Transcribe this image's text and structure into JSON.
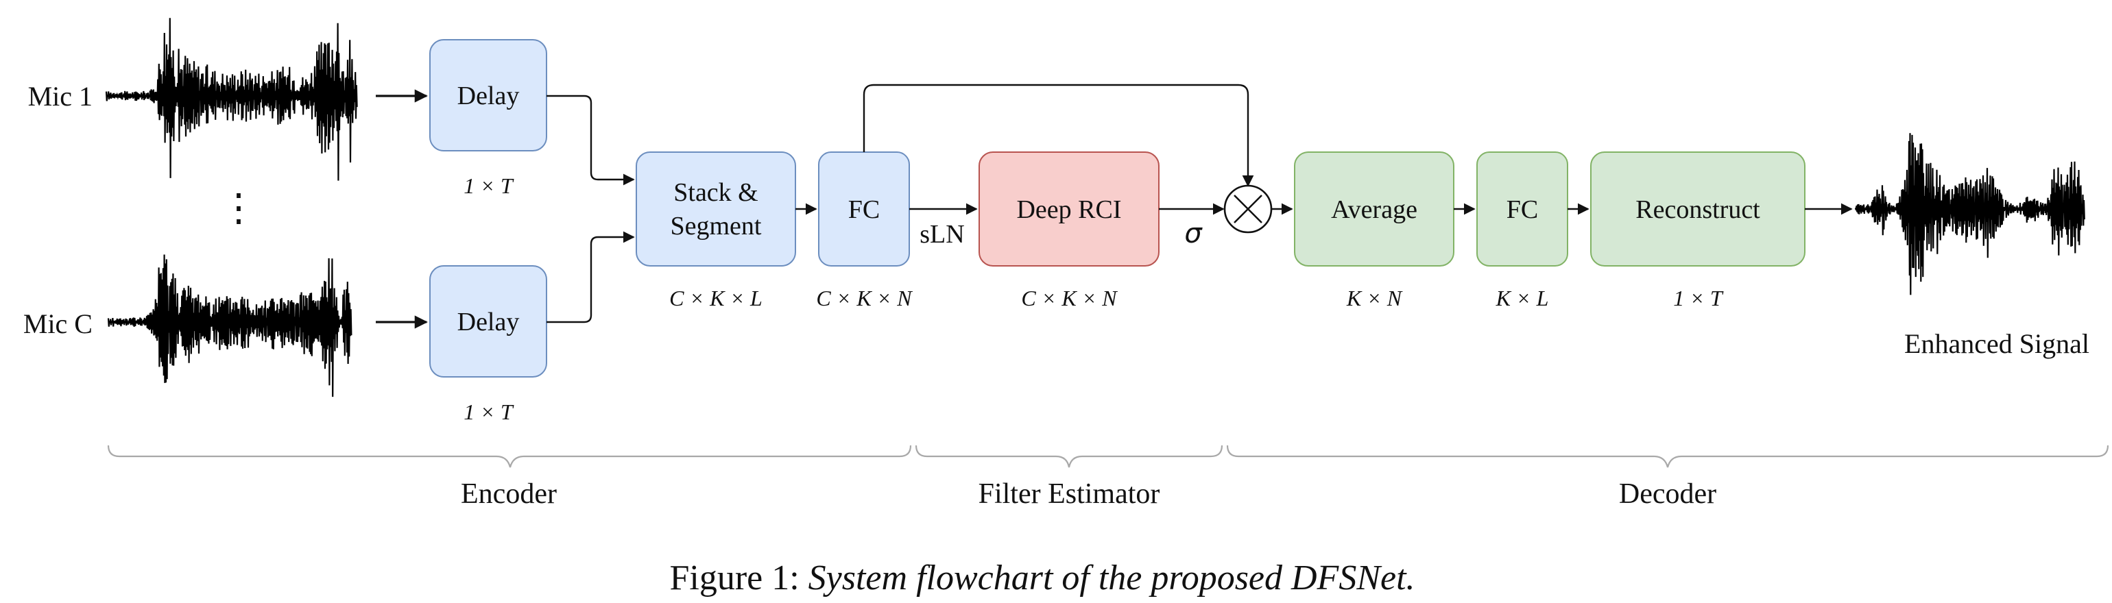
{
  "inputs": {
    "mic_first": "Mic 1",
    "mic_last": "Mic C",
    "vertical_ellipsis": "⋮"
  },
  "encoder": {
    "delay_1": {
      "label": "Delay",
      "dim": "1 × T"
    },
    "delay_2": {
      "label": "Delay",
      "dim": "1 × T"
    },
    "stack_segment": {
      "line1": "Stack &",
      "line2": "Segment",
      "dim": "C × K × L"
    },
    "fc": {
      "label": "FC",
      "dim": "C × K × N"
    }
  },
  "filter_estimator": {
    "norm_label": "sLN",
    "deep_rci": {
      "label": "Deep RCI",
      "dim": "C × K × N"
    },
    "activation": "σ",
    "multiply_symbol": "×"
  },
  "decoder": {
    "average": {
      "label": "Average",
      "dim": "K × N"
    },
    "fc": {
      "label": "FC",
      "dim": "K × L"
    },
    "reconstruct": {
      "label": "Reconstruct",
      "dim": "1 × T"
    }
  },
  "output": {
    "label": "Enhanced Signal"
  },
  "groups": {
    "encoder": "Encoder",
    "filter_estimator": "Filter Estimator",
    "decoder": "Decoder"
  },
  "caption": {
    "prefix": "Figure 1: ",
    "text": "System flowchart of the proposed DFSNet."
  },
  "colors": {
    "blue_fill": "#dae8fc",
    "blue_stroke": "#6c8ebf",
    "red_fill": "#f8cecc",
    "red_stroke": "#b85450",
    "green_fill": "#d5e8d4",
    "green_stroke": "#82b366",
    "brace": "#a9a9a9"
  }
}
